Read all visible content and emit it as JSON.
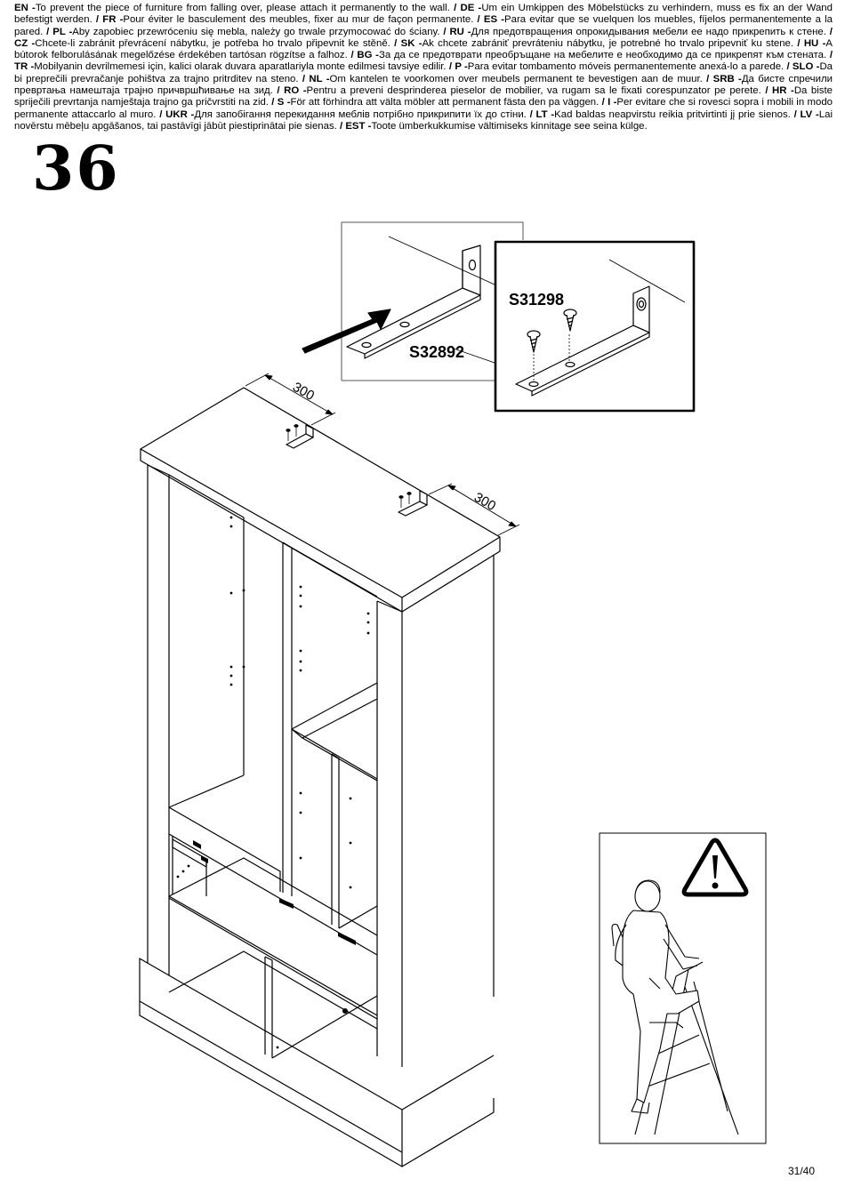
{
  "warning_segments": [
    {
      "code": "EN",
      "text": "To prevent the piece of furniture from falling over, please attach it permanently to the wall."
    },
    {
      "code": "DE",
      "text": "Um ein Umkippen des Möbelstücks zu verhindern, muss es fix an der Wand befestigt werden."
    },
    {
      "code": "FR",
      "text": "Pour éviter le basculement des meubles, fixer au mur de façon permanente."
    },
    {
      "code": "ES",
      "text": "Para evitar que se vuelquen los muebles, fíjelos permanentemente a la pared."
    },
    {
      "code": "PL",
      "text": "Aby zapobiec przewróceniu się mebla, należy go trwale przymocować do ściany."
    },
    {
      "code": "RU",
      "text": "Для предотвращения опрокидывания мебели ее надо прикрепить к стене."
    },
    {
      "code": "CZ",
      "text": "Chcete-li zabránit převrácení nábytku, je potřeba ho trvalo připevnit ke stěně."
    },
    {
      "code": "SK",
      "text": "Ak chcete zabrániť prevráteniu nábytku, je potrebné ho trvalo pripevniť ku stene."
    },
    {
      "code": "HU",
      "text": "A bútorok felborulásának megelőzése érdekében tartósan rögzítse a falhoz."
    },
    {
      "code": "BG",
      "text": "За да се предотврати преобръщане на мебелите е необходимо да се  прикрепят към стената."
    },
    {
      "code": "TR",
      "text": "Mobilyanin devrilmemesi için, kalici olarak duvara aparatlariyla monte edilmesi tavsiye edilir."
    },
    {
      "code": "P",
      "text": "Para evitar tombamento móveis permanentemente anexá-lo a parede."
    },
    {
      "code": "SLO",
      "text": "Da bi preprečili prevračanje pohištva za trajno pritrditev na steno."
    },
    {
      "code": "NL",
      "text": "Om kantelen te voorkomen over meubels permanent te bevestigen aan de muur."
    },
    {
      "code": "SRB",
      "text": "Да бисте спречили превртања намештаја трајно причвршћивање на зид."
    },
    {
      "code": "RO",
      "text": "Pentru a preveni desprinderea pieselor de mobilier, va rugam sa le fixati corespunzator pe perete."
    },
    {
      "code": "HR",
      "text": "Da biste spriječili prevrtanja namještaja trajno ga pričvrstiti na zid."
    },
    {
      "code": "S",
      "text": "För att förhindra att välta möbler att permanent fästa den pa väggen."
    },
    {
      "code": "I",
      "text": "Per evitare che si rovesci sopra i mobili in modo permanente attaccarlo al muro."
    },
    {
      "code": "UKR",
      "text": "Для запобігання перекидання меблів потрібно прикрипити їх до стіни."
    },
    {
      "code": "LT",
      "text": "Kad baldas neapvirstu reikia pritvirtinti jį prie sienos."
    },
    {
      "code": "LV",
      "text": "Lai novērstu mēbeļu apgāšanos, tai pastāvīgi jābūt piestiprinātai pie sienas."
    },
    {
      "code": "EST",
      "text": "Toote ümberkukkumise vältimiseks kinnitage see seina külge."
    }
  ],
  "step_number": "36",
  "parts": {
    "bracket_code": "S32892",
    "screw_code": "S31298"
  },
  "dimensions": {
    "left_offset": "300",
    "right_offset": "300"
  },
  "page_number": "31/40"
}
